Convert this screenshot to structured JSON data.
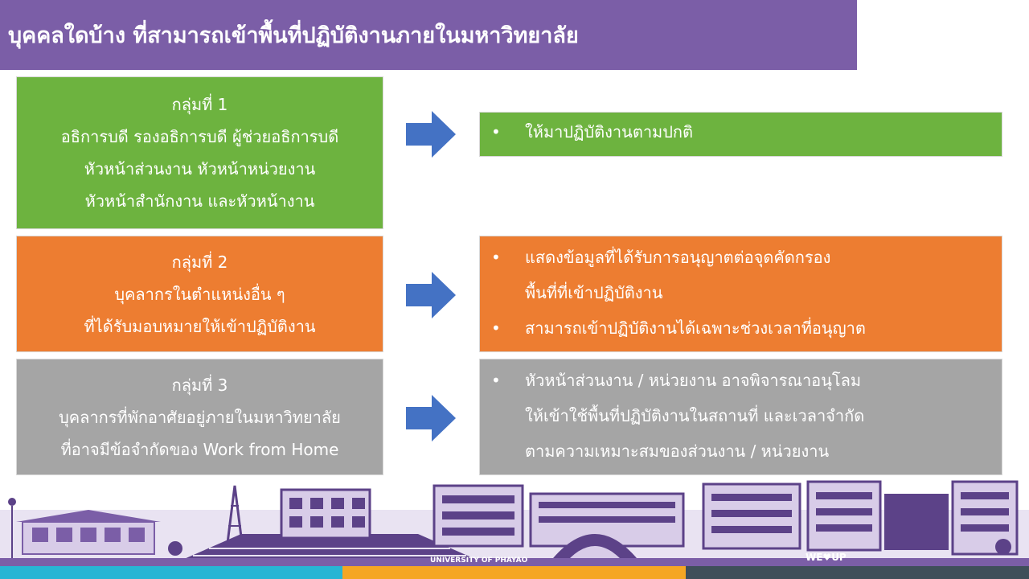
{
  "title": "บุคคลใดบ้าง ที่สามารถเข้าพื้นที่ปฏิบัติงานภายในมหาวิทยาลัย",
  "groups": [
    {
      "heading": "กลุ่มที่ 1",
      "lines": [
        "อธิการบดี รองอธิการบดี ผู้ช่วยอธิการบดี",
        "หัวหน้าส่วนงาน หัวหน้าหน่วยงาน",
        "หัวหน้าสำนักงาน และหัวหน้างาน"
      ],
      "color": "#6db33f",
      "bullets": [
        [
          "ให้มาปฏิบัติงานตามปกติ"
        ]
      ]
    },
    {
      "heading": "กลุ่มที่ 2",
      "lines": [
        "บุคลากรในตำแหน่งอื่น ๆ",
        "ที่ได้รับมอบหมายให้เข้าปฏิบัติงาน"
      ],
      "color": "#ed7d31",
      "bullets": [
        [
          "แสดงข้อมูลที่ได้รับการอนุญาตต่อจุดคัดกรอง",
          "พื้นที่ที่เข้าปฏิบัติงาน"
        ],
        [
          "สามารถเข้าปฏิบัติงานได้เฉพาะช่วงเวลาที่อนุญาต"
        ]
      ]
    },
    {
      "heading": "กลุ่มที่ 3",
      "lines": [
        "บุคลากรที่พักอาศัยอยู่ภายในมหาวิทยาลัย",
        "ที่อาจมีข้อจำกัดของ Work from Home"
      ],
      "color": "#a5a5a5",
      "bullets": [
        [
          "หัวหน้าส่วนงาน / หน่วยงาน อาจพิจารณาอนุโลม",
          "ให้เข้าใช้พื้นที่ปฏิบัติงานในสถานที่ และเวลาจำกัด",
          "ตามความเหมาะสมของส่วนงาน / หน่วยงาน"
        ]
      ]
    }
  ],
  "bullet_symbol": "•",
  "arrow_color": "#4472c4",
  "brand_color": "#7b5ea7",
  "footer": {
    "university_text": "UNIVERSITY OF PHAYAO",
    "slogan": "WE♥UP",
    "colors": [
      "#27b5d4",
      "#f5a623",
      "#3f4f5a"
    ]
  }
}
